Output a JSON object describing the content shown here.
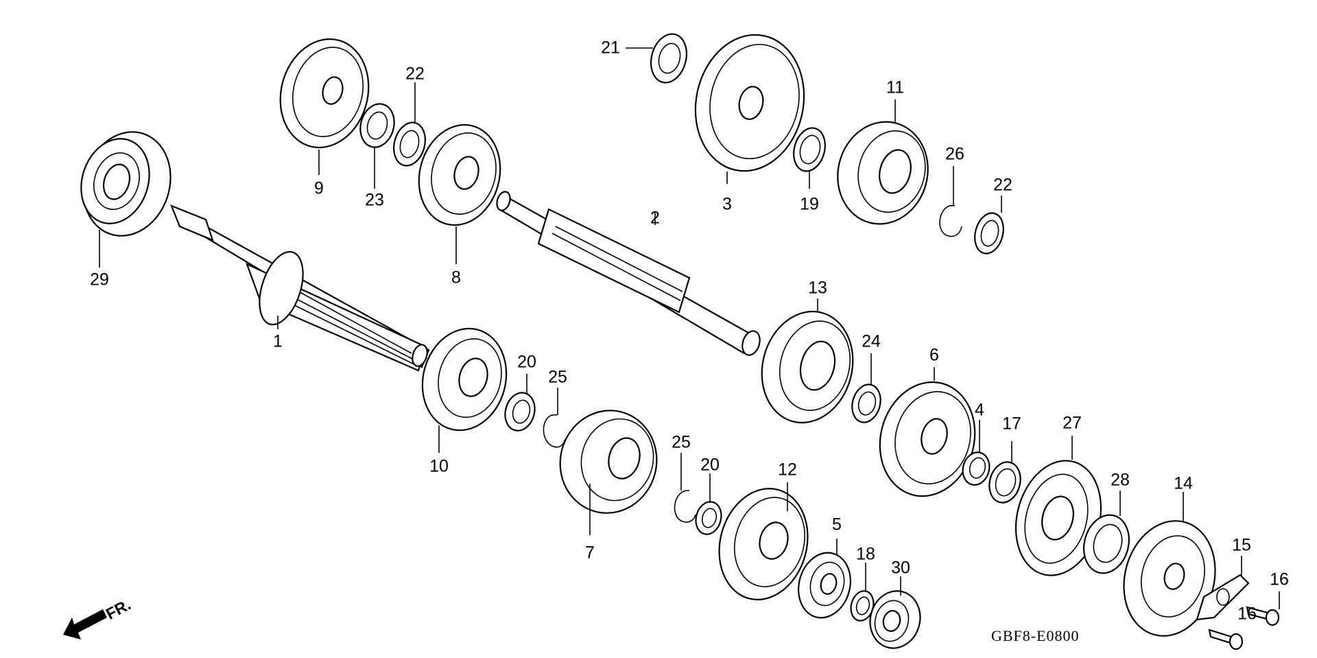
{
  "diagram": {
    "part_numbers": [
      "1",
      "2",
      "3",
      "4",
      "5",
      "6",
      "7",
      "8",
      "9",
      "10",
      "11",
      "12",
      "13",
      "14",
      "15",
      "16",
      "16",
      "17",
      "18",
      "19",
      "20",
      "20",
      "21",
      "22",
      "22",
      "23",
      "24",
      "25",
      "25",
      "26",
      "27",
      "28",
      "29",
      "30"
    ],
    "diagram_code": "GBF8-E0800",
    "direction_label": "FR."
  },
  "callouts": {
    "n1": "1",
    "n2": "2",
    "n3": "3",
    "n4": "4",
    "n5": "5",
    "n6": "6",
    "n7": "7",
    "n8": "8",
    "n9": "9",
    "n10": "10",
    "n11": "11",
    "n12": "12",
    "n13": "13",
    "n14": "14",
    "n15": "15",
    "n16a": "16",
    "n16b": "16",
    "n17": "17",
    "n18": "18",
    "n19": "19",
    "n20a": "20",
    "n20b": "20",
    "n21": "21",
    "n22a": "22",
    "n22b": "22",
    "n23": "23",
    "n24": "24",
    "n25a": "25",
    "n25b": "25",
    "n26": "26",
    "n27": "27",
    "n28": "28",
    "n29": "29",
    "n30": "30"
  },
  "icons": {
    "front_arrow": "arrow-icon"
  }
}
